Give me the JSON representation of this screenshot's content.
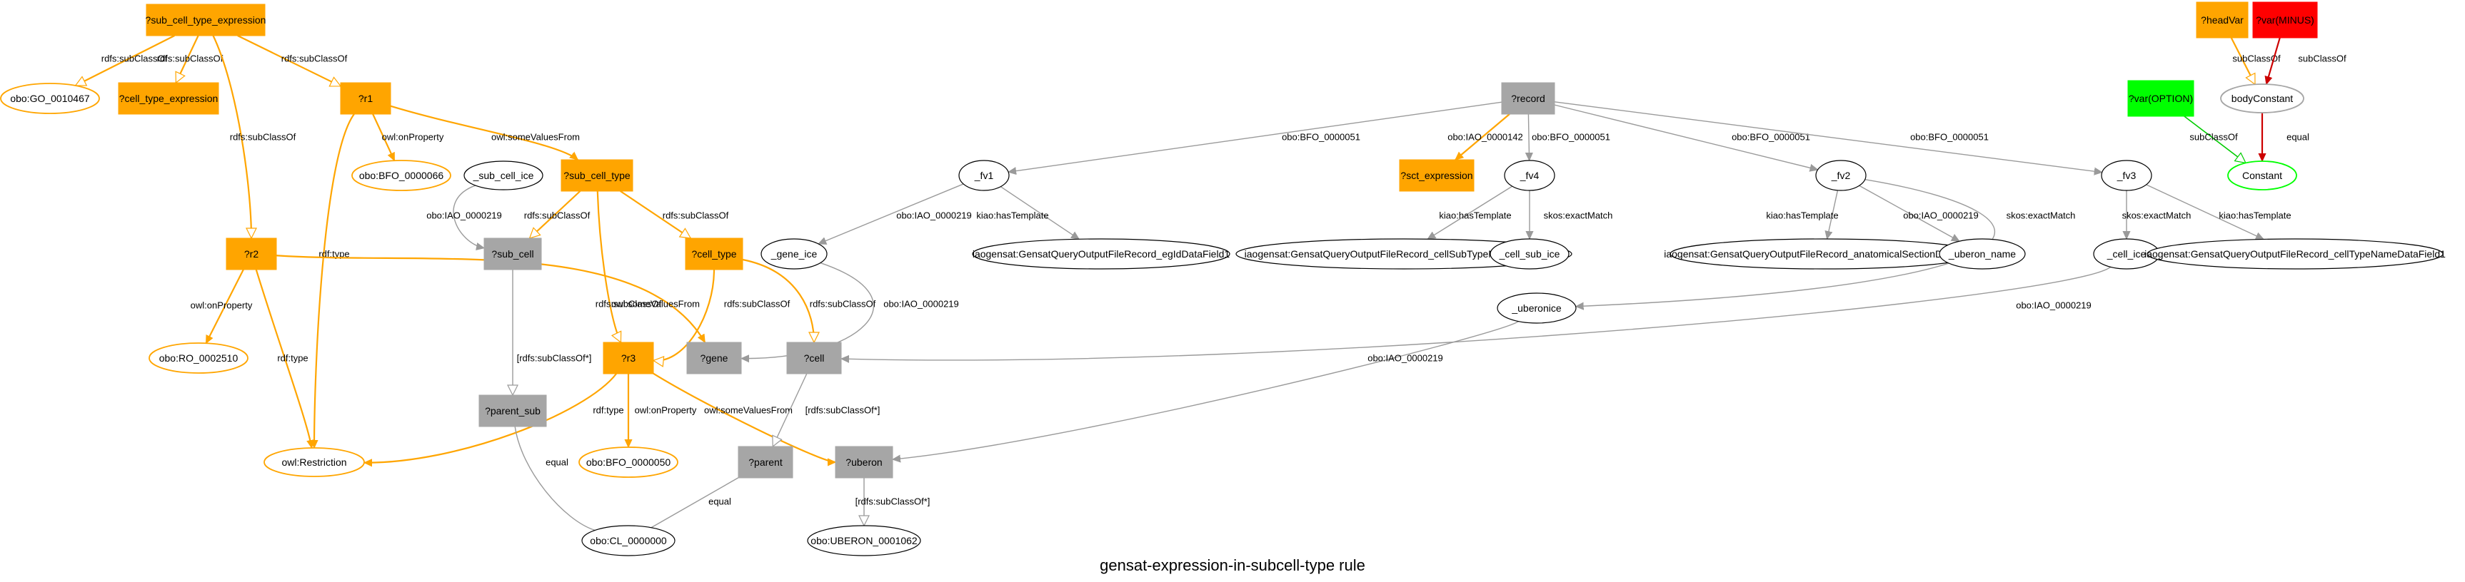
{
  "title": "gensat-expression-in-subcell-type rule",
  "colors": {
    "orange": "#FFA500",
    "gray": "#A6A6A6",
    "red": "#FF0000",
    "green": "#00FF00",
    "black": "#000000",
    "edge_gray": "#9A9A9A"
  },
  "nodes": [
    {
      "id": "sub_cell_type_expression",
      "label": "?sub_cell_type_expression",
      "shape": "box",
      "color": "orange"
    },
    {
      "id": "go_0010467",
      "label": "obo:GO_0010467",
      "shape": "ellipse",
      "color": "orange"
    },
    {
      "id": "cell_type_expression",
      "label": "?cell_type_expression",
      "shape": "box",
      "color": "orange"
    },
    {
      "id": "r1",
      "label": "?r1",
      "shape": "box",
      "color": "orange"
    },
    {
      "id": "bfo_0000066",
      "label": "obo:BFO_0000066",
      "shape": "ellipse",
      "color": "orange"
    },
    {
      "id": "sub_cell_ice",
      "label": "_sub_cell_ice",
      "shape": "ellipse",
      "color": "black"
    },
    {
      "id": "sub_cell_type",
      "label": "?sub_cell_type",
      "shape": "box",
      "color": "orange"
    },
    {
      "id": "r2",
      "label": "?r2",
      "shape": "box",
      "color": "orange"
    },
    {
      "id": "sub_cell",
      "label": "?sub_cell",
      "shape": "box",
      "color": "gray"
    },
    {
      "id": "cell_type",
      "label": "?cell_type",
      "shape": "box",
      "color": "orange"
    },
    {
      "id": "ro_0002510",
      "label": "obo:RO_0002510",
      "shape": "ellipse",
      "color": "orange"
    },
    {
      "id": "r3",
      "label": "?r3",
      "shape": "box",
      "color": "orange"
    },
    {
      "id": "gene",
      "label": "?gene",
      "shape": "box",
      "color": "gray"
    },
    {
      "id": "cell",
      "label": "?cell",
      "shape": "box",
      "color": "gray"
    },
    {
      "id": "parent_sub",
      "label": "?parent_sub",
      "shape": "box",
      "color": "gray"
    },
    {
      "id": "restriction",
      "label": "owl:Restriction",
      "shape": "ellipse",
      "color": "orange"
    },
    {
      "id": "bfo_0000050",
      "label": "obo:BFO_0000050",
      "shape": "ellipse",
      "color": "orange"
    },
    {
      "id": "parent",
      "label": "?parent",
      "shape": "box",
      "color": "gray"
    },
    {
      "id": "uberon",
      "label": "?uberon",
      "shape": "box",
      "color": "gray"
    },
    {
      "id": "cl_0000000",
      "label": "obo:CL_0000000",
      "shape": "ellipse",
      "color": "black"
    },
    {
      "id": "uberon_0001062",
      "label": "obo:UBERON_0001062",
      "shape": "ellipse",
      "color": "black"
    },
    {
      "id": "record",
      "label": "?record",
      "shape": "box",
      "color": "gray"
    },
    {
      "id": "fv1",
      "label": "_fv1",
      "shape": "ellipse",
      "color": "black"
    },
    {
      "id": "sct_expression",
      "label": "?sct_expression",
      "shape": "box",
      "color": "orange"
    },
    {
      "id": "fv4",
      "label": "_fv4",
      "shape": "ellipse",
      "color": "black"
    },
    {
      "id": "fv2",
      "label": "_fv2",
      "shape": "ellipse",
      "color": "black"
    },
    {
      "id": "fv3",
      "label": "_fv3",
      "shape": "ellipse",
      "color": "black"
    },
    {
      "id": "gene_ice",
      "label": "_gene_ice",
      "shape": "ellipse",
      "color": "black"
    },
    {
      "id": "egid_field",
      "label": "iaogensat:GensatQueryOutputFileRecord_egIdDataField1",
      "shape": "ellipse",
      "color": "black"
    },
    {
      "id": "cellsub_field",
      "label": "iaogensat:GensatQueryOutputFileRecord_cellSubTypeNameDataField1",
      "shape": "ellipse",
      "color": "black"
    },
    {
      "id": "cell_sub_ice",
      "label": "_cell_sub_ice",
      "shape": "ellipse",
      "color": "black"
    },
    {
      "id": "anat_field",
      "label": "iaogensat:GensatQueryOutputFileRecord_anatomicalSectionDataField1",
      "shape": "ellipse",
      "color": "black"
    },
    {
      "id": "uberon_name",
      "label": "_uberon_name",
      "shape": "ellipse",
      "color": "black"
    },
    {
      "id": "uberonice",
      "label": "_uberonice",
      "shape": "ellipse",
      "color": "black"
    },
    {
      "id": "cell_ice",
      "label": "_cell_ice",
      "shape": "ellipse",
      "color": "black"
    },
    {
      "id": "celltype_field",
      "label": "iaogensat:GensatQueryOutputFileRecord_cellTypeNameDataField1",
      "shape": "ellipse",
      "color": "black"
    },
    {
      "id": "headvar",
      "label": "?headVar",
      "shape": "box",
      "color": "orange"
    },
    {
      "id": "var_minus",
      "label": "?var(MINUS)",
      "shape": "box",
      "color": "red"
    },
    {
      "id": "var_option",
      "label": "?var(OPTION)",
      "shape": "box",
      "color": "green"
    },
    {
      "id": "bodyconstant",
      "label": "bodyConstant",
      "shape": "ellipse",
      "color": "gray"
    },
    {
      "id": "constant",
      "label": "Constant",
      "shape": "ellipse",
      "color": "green"
    }
  ],
  "edges": [
    {
      "from": "sub_cell_type_expression",
      "to": "go_0010467",
      "label": "rdfs:subClassOf",
      "color": "orange",
      "head": "empty"
    },
    {
      "from": "sub_cell_type_expression",
      "to": "cell_type_expression",
      "label": "rdfs:subClassOf",
      "color": "orange",
      "head": "empty"
    },
    {
      "from": "sub_cell_type_expression",
      "to": "r1",
      "label": "rdfs:subClassOf",
      "color": "orange",
      "head": "empty"
    },
    {
      "from": "sub_cell_type_expression",
      "to": "r2",
      "label": "rdfs:subClassOf",
      "color": "orange",
      "head": "empty"
    },
    {
      "from": "r1",
      "to": "bfo_0000066",
      "label": "owl:onProperty",
      "color": "orange",
      "head": "filled"
    },
    {
      "from": "r1",
      "to": "sub_cell_type",
      "label": "owl:someValuesFrom",
      "color": "orange",
      "head": "filled"
    },
    {
      "from": "r1",
      "to": "restriction",
      "label": "rdf:type",
      "color": "orange",
      "head": "filled"
    },
    {
      "from": "sub_cell_ice",
      "to": "sub_cell",
      "label": "obo:IAO_0000219",
      "color": "gray",
      "head": "filled"
    },
    {
      "from": "sub_cell_type",
      "to": "sub_cell",
      "label": "rdfs:subClassOf",
      "color": "orange",
      "head": "empty"
    },
    {
      "from": "sub_cell_type",
      "to": "cell_type",
      "label": "rdfs:subClassOf",
      "color": "orange",
      "head": "empty"
    },
    {
      "from": "sub_cell_type",
      "to": "r3",
      "label": "rdfs:subClassOf",
      "color": "orange",
      "head": "empty"
    },
    {
      "from": "r2",
      "to": "ro_0002510",
      "label": "owl:onProperty",
      "color": "orange",
      "head": "filled"
    },
    {
      "from": "r2",
      "to": "restriction",
      "label": "rdf:type",
      "color": "orange",
      "head": "filled"
    },
    {
      "from": "r2",
      "to": "gene",
      "label": "owl:someValuesFrom",
      "color": "orange",
      "head": "filled"
    },
    {
      "from": "cell_type",
      "to": "r3",
      "label": "rdfs:subClassOf",
      "color": "orange",
      "head": "empty"
    },
    {
      "from": "cell_type",
      "to": "cell",
      "label": "rdfs:subClassOf",
      "color": "orange",
      "head": "empty"
    },
    {
      "from": "sub_cell",
      "to": "parent_sub",
      "label": "[rdfs:subClassOf*]",
      "color": "gray",
      "head": "empty"
    },
    {
      "from": "r3",
      "to": "restriction",
      "label": "rdf:type",
      "color": "orange",
      "head": "filled"
    },
    {
      "from": "r3",
      "to": "bfo_0000050",
      "label": "owl:onProperty",
      "color": "orange",
      "head": "filled"
    },
    {
      "from": "r3",
      "to": "uberon",
      "label": "owl:someValuesFrom",
      "color": "orange",
      "head": "filled"
    },
    {
      "from": "cell",
      "to": "parent",
      "label": "[rdfs:subClassOf*]",
      "color": "gray",
      "head": "empty"
    },
    {
      "from": "parent_sub",
      "to": "cl_0000000",
      "label": "equal",
      "color": "gray",
      "head": "none"
    },
    {
      "from": "parent",
      "to": "cl_0000000",
      "label": "equal",
      "color": "gray",
      "head": "none"
    },
    {
      "from": "uberon",
      "to": "uberon_0001062",
      "label": "[rdfs:subClassOf*]",
      "color": "gray",
      "head": "empty"
    },
    {
      "from": "gene_ice",
      "to": "gene",
      "label": "obo:IAO_0000219",
      "color": "gray",
      "head": "filled"
    },
    {
      "from": "record",
      "to": "fv1",
      "label": "obo:BFO_0000051",
      "color": "gray",
      "head": "filled"
    },
    {
      "from": "record",
      "to": "sct_expression",
      "label": "obo:IAO_0000142",
      "color": "orange",
      "head": "filled"
    },
    {
      "from": "record",
      "to": "fv4",
      "label": "obo:BFO_0000051",
      "color": "gray",
      "head": "filled"
    },
    {
      "from": "record",
      "to": "fv2",
      "label": "obo:BFO_0000051",
      "color": "gray",
      "head": "filled"
    },
    {
      "from": "record",
      "to": "fv3",
      "label": "obo:BFO_0000051",
      "color": "gray",
      "head": "filled"
    },
    {
      "from": "fv1",
      "to": "gene_ice",
      "label": "obo:IAO_0000219",
      "color": "gray",
      "head": "filled"
    },
    {
      "from": "fv1",
      "to": "egid_field",
      "label": "kiao:hasTemplate",
      "color": "gray",
      "head": "filled"
    },
    {
      "from": "fv4",
      "to": "cellsub_field",
      "label": "kiao:hasTemplate",
      "color": "gray",
      "head": "filled"
    },
    {
      "from": "fv4",
      "to": "cell_sub_ice",
      "label": "skos:exactMatch",
      "color": "gray",
      "head": "filled"
    },
    {
      "from": "fv2",
      "to": "anat_field",
      "label": "kiao:hasTemplate",
      "color": "gray",
      "head": "filled"
    },
    {
      "from": "fv2",
      "to": "uberon_name",
      "label": "obo:IAO_0000219",
      "color": "gray",
      "head": "filled"
    },
    {
      "from": "fv2",
      "to": "uberonice",
      "label": "skos:exactMatch",
      "color": "gray",
      "head": "filled"
    },
    {
      "from": "uberonice",
      "to": "uberon",
      "label": "obo:IAO_0000219",
      "color": "gray",
      "head": "filled"
    },
    {
      "from": "fv3",
      "to": "cell_ice",
      "label": "skos:exactMatch",
      "color": "gray",
      "head": "filled"
    },
    {
      "from": "fv3",
      "to": "celltype_field",
      "label": "kiao:hasTemplate",
      "color": "gray",
      "head": "filled"
    },
    {
      "from": "cell_ice",
      "to": "cell",
      "label": "obo:IAO_0000219",
      "color": "gray",
      "head": "filled"
    },
    {
      "from": "headvar",
      "to": "bodyconstant",
      "label": "subClassOf",
      "color": "orange",
      "head": "empty"
    },
    {
      "from": "var_minus",
      "to": "bodyconstant",
      "label": "subClassOf",
      "color": "red",
      "head": "filled"
    },
    {
      "from": "var_option",
      "to": "constant",
      "label": "subClassOf",
      "color": "green",
      "head": "empty"
    },
    {
      "from": "bodyconstant",
      "to": "constant",
      "label": "equal",
      "color": "red",
      "head": "filled"
    }
  ]
}
